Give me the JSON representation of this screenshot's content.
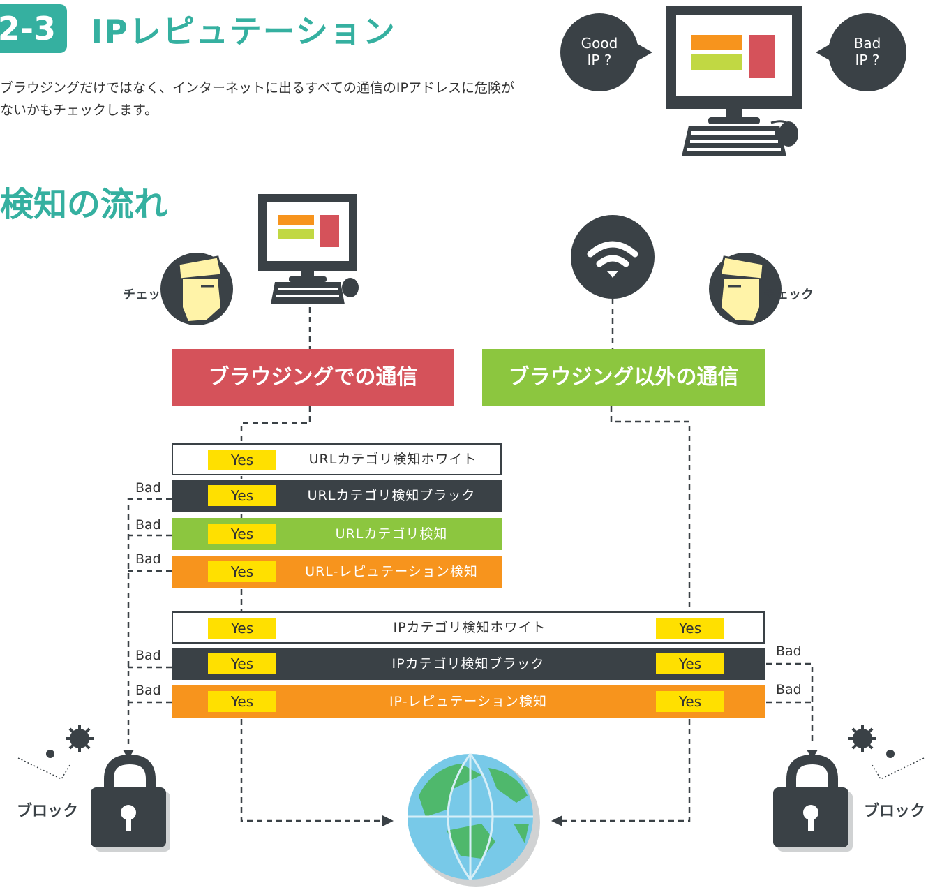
{
  "header": {
    "badge": "2-3",
    "title": "IPレピュテーション",
    "description": "ブラウジングだけではなく、インターネットに出るすべての通信のIPアドレスに危険がないかもチェックします。"
  },
  "hero": {
    "bubble_left": "Good\nIP ?",
    "bubble_right": "Bad\nIP ?"
  },
  "section": {
    "title": "検知の流れ"
  },
  "flow": {
    "check_left": "チェック",
    "check_right": "チェック",
    "browse_box": "ブラウジングでの通信",
    "other_box": "ブラウジング以外の通信",
    "url_rows": [
      {
        "yes": "Yes",
        "label": "URLカテゴリ検知ホワイト"
      },
      {
        "yes": "Yes",
        "label": "URLカテゴリ検知ブラック"
      },
      {
        "yes": "Yes",
        "label": "URLカテゴリ検知"
      },
      {
        "yes": "Yes",
        "label": "URL-レピュテーション検知"
      }
    ],
    "ip_rows": [
      {
        "yes_left": "Yes",
        "label": "IPカテゴリ検知ホワイト",
        "yes_right": "Yes"
      },
      {
        "yes_left": "Yes",
        "label": "IPカテゴリ検知ブラック",
        "yes_right": "Yes"
      },
      {
        "yes_left": "Yes",
        "label": "IP-レピュテーション検知",
        "yes_right": "Yes"
      }
    ],
    "bad_labels": [
      "Bad",
      "Bad",
      "Bad",
      "Bad",
      "Bad",
      "Bad",
      "Bad"
    ],
    "block_left": "ブロック",
    "block_right": "ブロック"
  },
  "colors": {
    "teal": "#35b0a0",
    "dark": "#3a4146",
    "red": "#d5525a",
    "green": "#8cc63f",
    "orange": "#f7941d",
    "yellow": "#ffe000",
    "globe": "#78c9e8"
  }
}
